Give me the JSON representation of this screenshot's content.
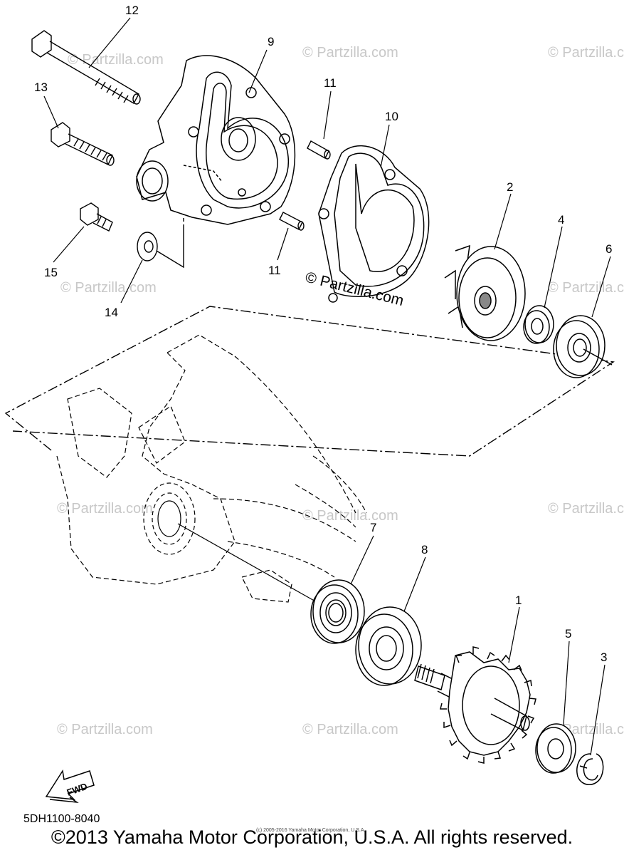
{
  "diagram": {
    "callouts": {
      "c1": "1",
      "c2": "2",
      "c3": "3",
      "c4": "4",
      "c5": "5",
      "c6": "6",
      "c7": "7",
      "c8": "8",
      "c9": "9",
      "c10": "10",
      "c11a": "11",
      "c11b": "11",
      "c12": "12",
      "c13": "13",
      "c14": "14",
      "c15": "15"
    },
    "fwd_label": "FWD",
    "watermark_main": "© Partzilla.com",
    "watermark_faint": "© Partzilla.com",
    "part_code": "5DH1100-8040",
    "copyright": "©2013 Yamaha Motor Corporation, U.S.A. All rights reserved.",
    "small_copyright": "(c) 2005-2016 Yamaha Motor Corporation, U.S.A."
  }
}
